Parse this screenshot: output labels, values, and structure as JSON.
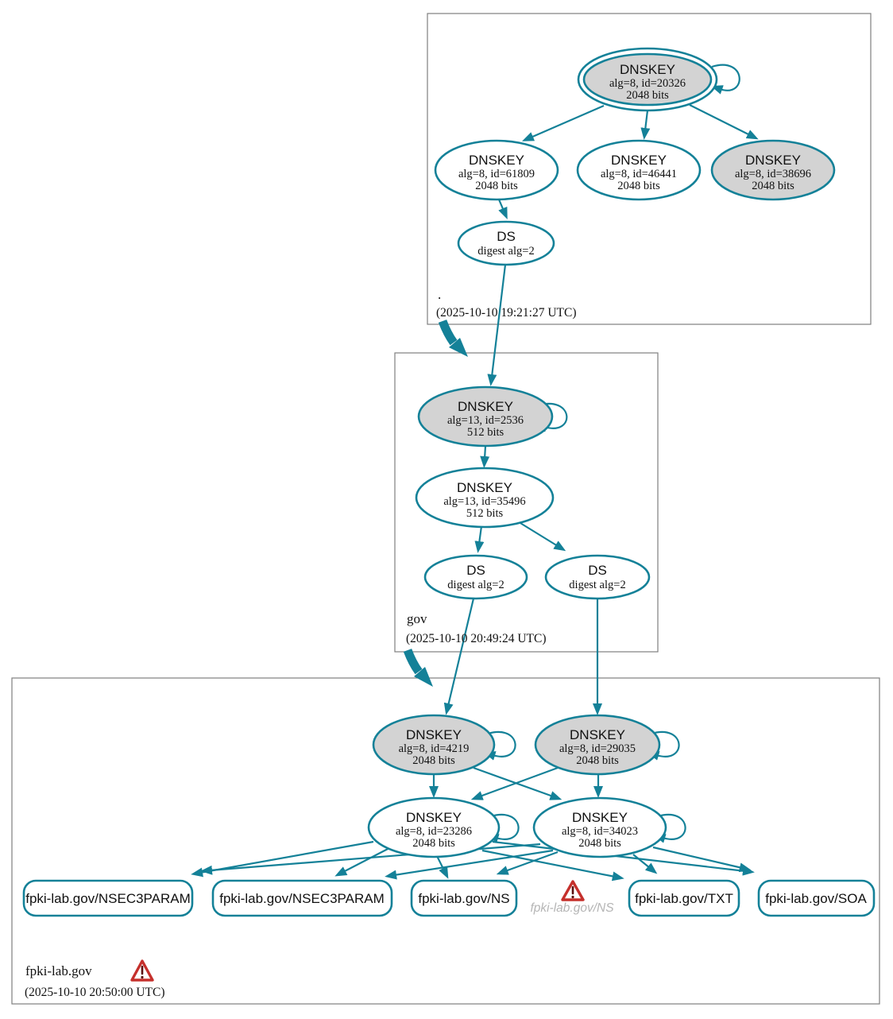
{
  "diagram": {
    "kind": "DNSSEC authentication chain graph",
    "colors": {
      "edge_teal": "#148198",
      "ksk_fill": "#d3d3d3",
      "zone_border": "#7f7f7f",
      "ghost_text": "#b5b5b5",
      "warning_red": "#c5302c"
    },
    "icons": {
      "warning": "warning-triangle-icon"
    }
  },
  "zones": {
    "root": {
      "label": ".",
      "timestamp": "(2025-10-10 19:21:27 UTC)"
    },
    "gov": {
      "label": "gov",
      "timestamp": "(2025-10-10 20:49:24 UTC)"
    },
    "fpki": {
      "label": "fpki-lab.gov",
      "timestamp": "(2025-10-10 20:50:00 UTC)"
    }
  },
  "nodes": {
    "root_ksk_20326": {
      "title": "DNSKEY",
      "detail": "alg=8, id=20326",
      "bits": "2048 bits"
    },
    "root_zsk_61809": {
      "title": "DNSKEY",
      "detail": "alg=8, id=61809",
      "bits": "2048 bits"
    },
    "root_zsk_46441": {
      "title": "DNSKEY",
      "detail": "alg=8, id=46441",
      "bits": "2048 bits"
    },
    "root_ksk_38696": {
      "title": "DNSKEY",
      "detail": "alg=8, id=38696",
      "bits": "2048 bits"
    },
    "root_ds": {
      "title": "DS",
      "detail": "digest alg=2"
    },
    "gov_ksk_2536": {
      "title": "DNSKEY",
      "detail": "alg=13, id=2536",
      "bits": "512 bits"
    },
    "gov_zsk_35496": {
      "title": "DNSKEY",
      "detail": "alg=13, id=35496",
      "bits": "512 bits"
    },
    "gov_ds_1": {
      "title": "DS",
      "detail": "digest alg=2"
    },
    "gov_ds_2": {
      "title": "DS",
      "detail": "digest alg=2"
    },
    "fpki_ksk_4219": {
      "title": "DNSKEY",
      "detail": "alg=8, id=4219",
      "bits": "2048 bits"
    },
    "fpki_ksk_29035": {
      "title": "DNSKEY",
      "detail": "alg=8, id=29035",
      "bits": "2048 bits"
    },
    "fpki_zsk_23286": {
      "title": "DNSKEY",
      "detail": "alg=8, id=23286",
      "bits": "2048 bits"
    },
    "fpki_zsk_34023": {
      "title": "DNSKEY",
      "detail": "alg=8, id=34023",
      "bits": "2048 bits"
    }
  },
  "leaves": {
    "nsec3param_1": "fpki-lab.gov/NSEC3PARAM",
    "nsec3param_2": "fpki-lab.gov/NSEC3PARAM",
    "ns": "fpki-lab.gov/NS",
    "ns_ghost": "fpki-lab.gov/NS",
    "txt": "fpki-lab.gov/TXT",
    "soa": "fpki-lab.gov/SOA"
  }
}
